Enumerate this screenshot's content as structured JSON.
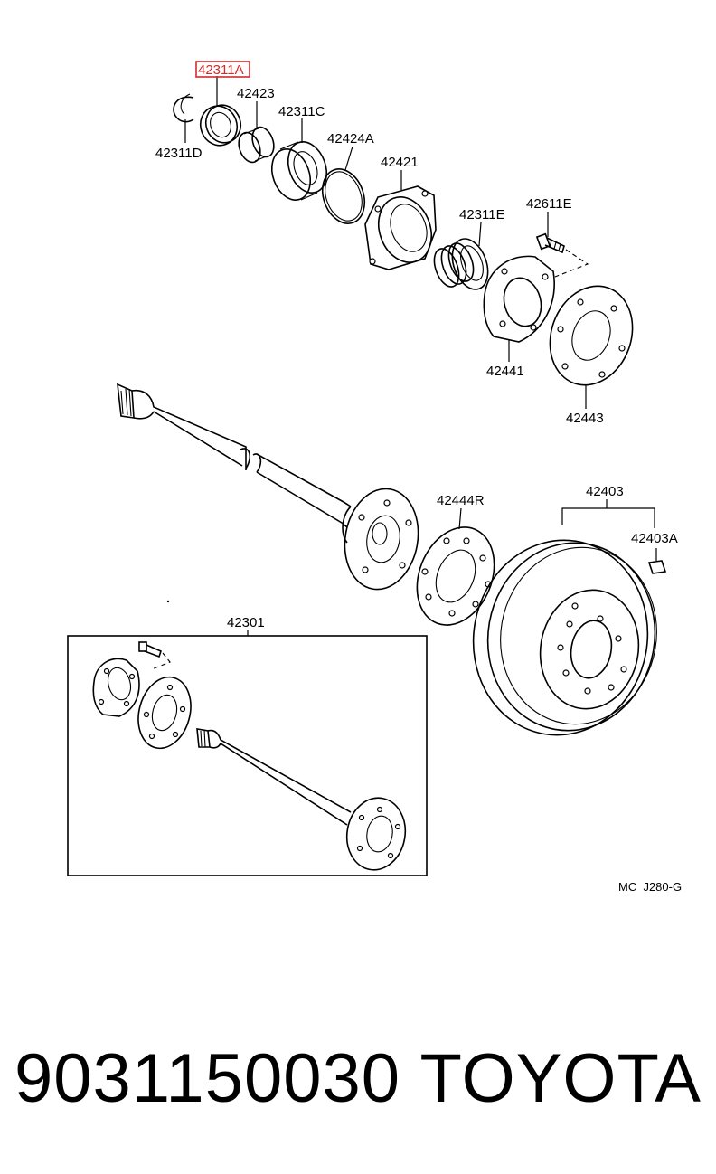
{
  "diagram": {
    "highlight_color": "#d22b2b",
    "highlighted_label": "42311A",
    "labels": {
      "p42311A": "42311A",
      "p42423": "42423",
      "p42311C": "42311C",
      "p42311D": "42311D",
      "p42424A": "42424A",
      "p42421": "42421",
      "p42311E": "42311E",
      "p42611E": "42611E",
      "p42441": "42441",
      "p42443": "42443",
      "p42444R": "42444R",
      "p42403": "42403",
      "p42403A": "42403A",
      "p42301": "42301"
    },
    "code": "MC  J280-G"
  },
  "footer": {
    "part_number": "9031150030",
    "brand": "TOYOTA"
  }
}
